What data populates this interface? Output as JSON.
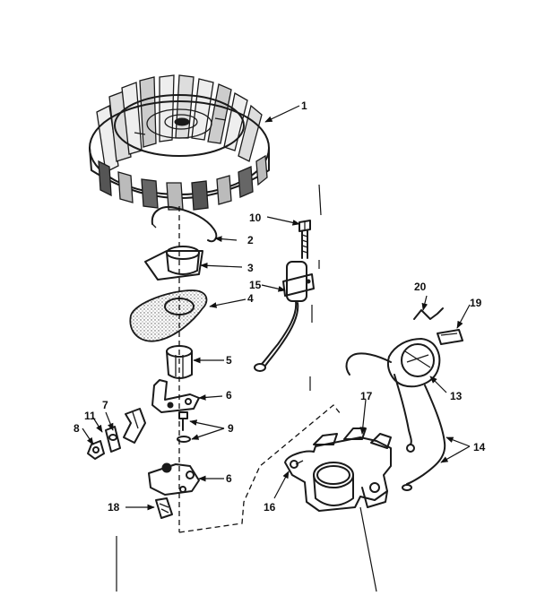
{
  "callouts": {
    "c1": "1",
    "c2": "2",
    "c3": "3",
    "c4": "4",
    "c5": "5",
    "c6a": "6",
    "c6b": "6",
    "c7": "7",
    "c8": "8",
    "c9": "9",
    "c10": "10",
    "c11": "11",
    "c13": "13",
    "c14": "14",
    "c15": "15",
    "c16": "16",
    "c17": "17",
    "c18": "18",
    "c19": "19",
    "c20": "20"
  },
  "colors": {
    "ink": "#1a1a1a",
    "paper": "#ffffff"
  }
}
